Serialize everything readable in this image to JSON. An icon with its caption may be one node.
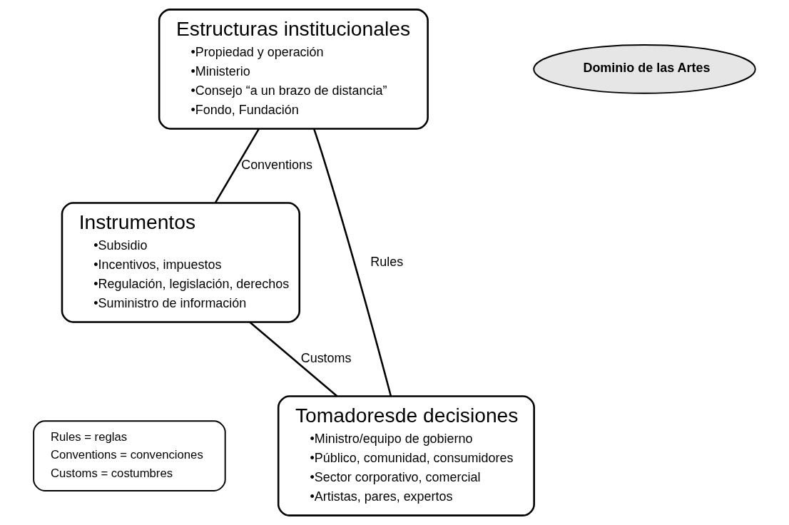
{
  "diagram": {
    "nodes": [
      {
        "text": [
          "Estructuras institucionales",
          "•Propiedad y operación",
          "•Ministerio",
          "•Consejo “a un brazo de distancia”",
          "•Fondo, Fundación"
        ]
      },
      {
        "text": [
          "Instrumentos",
          "•Subsidio",
          "•Incentivos, impuestos",
          "•Regulación, legislación, derechos",
          "•Suministro de información"
        ]
      },
      {
        "text": [
          "Tomadoresde decisiones",
          "•Ministro/equipo de gobierno",
          "•Público, comunidad, consumidores",
          "•Sector corporativo, comercial",
          "•Artistas, pares, expertos"
        ]
      },
      {
        "text": [
          "Dominio de las Artes"
        ]
      },
      {
        "text": [
          "Rules = reglas",
          "Conventions = convenciones",
          "Customs = costumbres"
        ]
      }
    ],
    "edges": [
      {
        "from": 0,
        "to": 1,
        "arrow": "none",
        "label": "Conventions"
      },
      {
        "from": 0,
        "to": 2,
        "arrow": "none",
        "label": "Rules"
      },
      {
        "from": 2,
        "to": 1,
        "arrow": "none",
        "label": "Customs"
      }
    ]
  }
}
